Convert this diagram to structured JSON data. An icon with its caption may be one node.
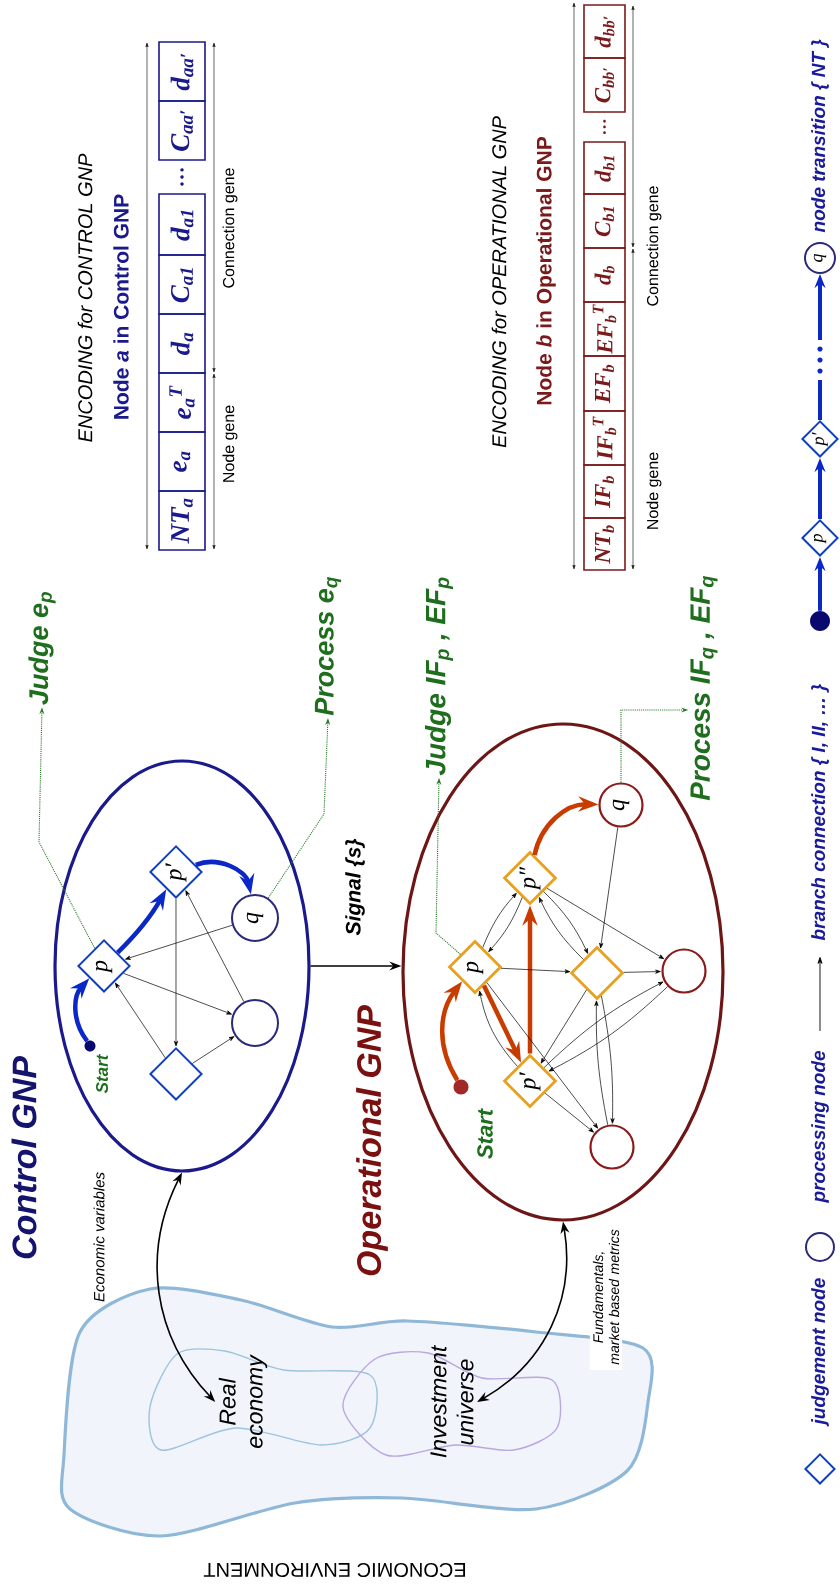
{
  "diagram": {
    "nodes": [
      {
        "text": [
          "ECONOMIC ENVIRONMENT"
        ]
      },
      {
        "text": [
          "Real economy"
        ],
        "in": 0
      },
      {
        "text": [
          "Investment universe"
        ],
        "in": 0
      },
      {
        "text": [
          "Control GNP"
        ]
      },
      {
        "text": [],
        "shape": "dot",
        "beside": [
          "Start"
        ],
        "in": 3
      },
      {
        "text": [
          "p"
        ],
        "in": 3
      },
      {
        "text": [
          "p′"
        ],
        "in": 3
      },
      {
        "text": [
          "q"
        ],
        "in": 3
      },
      {
        "text": [],
        "shape": "circle",
        "in": 3
      },
      {
        "text": [],
        "shape": "diamond",
        "in": 3
      },
      {
        "text": [
          "Operational GNP"
        ]
      },
      {
        "text": [],
        "shape": "dot",
        "beside": [
          "Start"
        ],
        "in": 10
      },
      {
        "text": [
          "p"
        ],
        "in": 10
      },
      {
        "text": [
          "p″"
        ],
        "in": 10
      },
      {
        "text": [
          "q"
        ],
        "in": 10
      },
      {
        "text": [],
        "shape": "diamond",
        "in": 10
      },
      {
        "text": [],
        "shape": "circle",
        "in": 10
      },
      {
        "text": [
          "p′"
        ],
        "in": 10
      },
      {
        "text": [],
        "shape": "circle",
        "in": 10
      },
      {
        "text": [
          "Judge e$_{p}$"
        ]
      },
      {
        "text": [
          "Process e$_{q}$"
        ]
      },
      {
        "text": [
          "Judge IF$_{p}$ , EF$_{p}$"
        ]
      },
      {
        "text": [
          "Process IF$_{q}$ , EF$_{q}$"
        ]
      },
      {
        "text": [],
        "shape": "dot"
      },
      {
        "text": [
          "p"
        ]
      },
      {
        "text": [
          "p′"
        ]
      },
      {
        "text": [
          "q"
        ]
      }
    ],
    "edges": [
      {
        "from": 3,
        "to": 1,
        "arrow": "both",
        "label": "Economic variables"
      },
      {
        "from": 10,
        "to": 2,
        "arrow": "both",
        "label": "Fundamentals, market based metrics"
      },
      {
        "from": 3,
        "to": 10,
        "arrow": "to",
        "label": "Signal {s}"
      },
      {
        "from": 4,
        "to": 5,
        "arrow": "to",
        "style": "thick",
        "color": "#0a28c8"
      },
      {
        "from": 5,
        "to": 6,
        "arrow": "to",
        "style": "thick",
        "color": "#0a28c8"
      },
      {
        "from": 6,
        "to": 7,
        "arrow": "to",
        "style": "thick",
        "color": "#0a28c8"
      },
      {
        "from": 7,
        "to": 5,
        "arrow": "to"
      },
      {
        "from": 5,
        "to": 8,
        "arrow": "to"
      },
      {
        "from": 6,
        "to": 9,
        "arrow": "to"
      },
      {
        "from": 8,
        "to": 6,
        "arrow": "to"
      },
      {
        "from": 9,
        "to": 5,
        "arrow": "to"
      },
      {
        "from": 9,
        "to": 8,
        "arrow": "to"
      },
      {
        "from": 11,
        "to": 12,
        "arrow": "to",
        "style": "thick",
        "color": "#c83c00"
      },
      {
        "from": 12,
        "to": 17,
        "arrow": "to",
        "style": "thick",
        "color": "#c83c00"
      },
      {
        "from": 17,
        "to": 13,
        "arrow": "to",
        "style": "thick",
        "color": "#c83c00"
      },
      {
        "from": 13,
        "to": 14,
        "arrow": "to",
        "style": "thick",
        "color": "#c83c00"
      },
      {
        "from": 13,
        "to": 12,
        "arrow": "to"
      },
      {
        "from": 12,
        "to": 13,
        "arrow": "to"
      },
      {
        "from": 12,
        "to": 15,
        "arrow": "to"
      },
      {
        "from": 13,
        "to": 15,
        "arrow": "to"
      },
      {
        "from": 15,
        "to": 13,
        "arrow": "to"
      },
      {
        "from": 13,
        "to": 18,
        "arrow": "to"
      },
      {
        "from": 14,
        "to": 15,
        "arrow": "to"
      },
      {
        "from": 15,
        "to": 18,
        "arrow": "to"
      },
      {
        "from": 17,
        "to": 12,
        "arrow": "to"
      },
      {
        "from": 12,
        "to": 16,
        "arrow": "to"
      },
      {
        "from": 15,
        "to": 17,
        "arrow": "to"
      },
      {
        "from": 17,
        "to": 18,
        "arrow": "to"
      },
      {
        "from": 18,
        "to": 17,
        "arrow": "to"
      },
      {
        "from": 16,
        "to": 15,
        "arrow": "to"
      },
      {
        "from": 15,
        "to": 16,
        "arrow": "to"
      },
      {
        "from": 17,
        "to": 16,
        "arrow": "to"
      },
      {
        "from": 5,
        "to": 19,
        "arrow": "to",
        "style": "dashed",
        "color": "#2a7a2a"
      },
      {
        "from": 7,
        "to": 20,
        "arrow": "to",
        "style": "dashed",
        "color": "#2a7a2a"
      },
      {
        "from": 12,
        "to": 21,
        "arrow": "to",
        "style": "dashed",
        "color": "#2a7a2a"
      },
      {
        "from": 14,
        "to": 22,
        "arrow": "to",
        "style": "dashed",
        "color": "#2a7a2a"
      },
      {
        "from": 23,
        "to": 24,
        "arrow": "to",
        "style": "thick",
        "color": "#0a28c8"
      },
      {
        "from": 24,
        "to": 25,
        "arrow": "to",
        "style": "thick",
        "color": "#0a28c8"
      },
      {
        "from": 25,
        "to": 26,
        "arrow": "to",
        "style": "thick",
        "color": "#0a28c8"
      }
    ],
    "labels": [
      "ENCODING for CONTROL GNP",
      "Node *a* in Control GNP",
      "NT$_{a}$",
      "e$_{a}$",
      "e$_{a}$$^{T}$",
      "d$_{a}$",
      "C$_{a1}$",
      "d$_{a1}$",
      "…",
      "C$_{aa′}$",
      "d$_{aa′}$",
      "Node gene",
      "Connection gene",
      "ENCODING for OPERATIONAL GNP",
      "Node *b* in Operational GNP",
      "NT$_{b}$",
      "IF$_{b}$",
      "IF$_{b}$$^{T}$",
      "EF$_{b}$",
      "EF$_{b}$$^{T}$",
      "d$_{b}$",
      "C$_{b1}$",
      "d$_{b1}$",
      "…",
      "C$_{bb′}$",
      "d$_{bb′}$",
      "Node gene",
      "Connection gene"
    ],
    "legend": [
      {
        "text": "judgement node"
      },
      {
        "text": "processing node"
      },
      {
        "text": "branch connection { I, II, … }"
      },
      {
        "text": "node transition { NT }"
      }
    ]
  }
}
